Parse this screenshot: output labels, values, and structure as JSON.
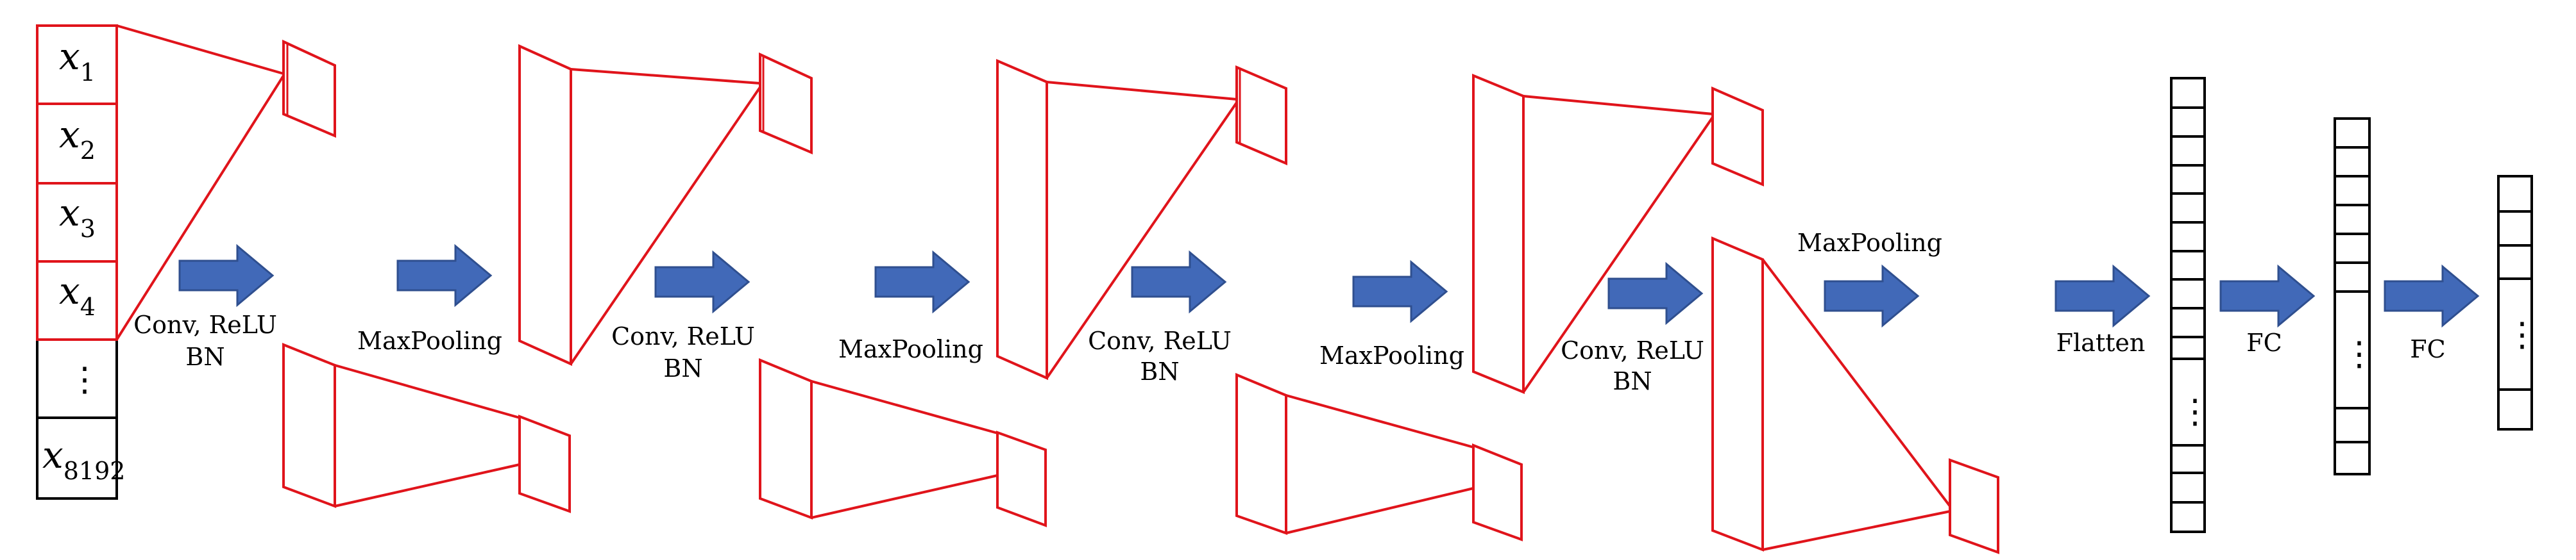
{
  "colors": {
    "feature_map_stroke": "#e0141b",
    "arrow_fill": "#4169b8",
    "arrow_stroke": "#2f4f8f",
    "vector_stroke": "#000000"
  },
  "input_vector": {
    "cells": [
      {
        "base": "x",
        "sub": "1"
      },
      {
        "base": "x",
        "sub": "2"
      },
      {
        "base": "x",
        "sub": "3"
      },
      {
        "base": "x",
        "sub": "4"
      },
      {
        "ellipsis": "⋮"
      },
      {
        "base": "x",
        "sub": "8192"
      }
    ]
  },
  "stages": {
    "conv_label_line1": "Conv, ReLU",
    "conv_label_line2": "BN",
    "pool_label": "MaxPooling"
  },
  "head": {
    "flatten_label": "Flatten",
    "fc1_label": "FC",
    "fc2_label": "FC",
    "ellipsis": "⋮"
  }
}
